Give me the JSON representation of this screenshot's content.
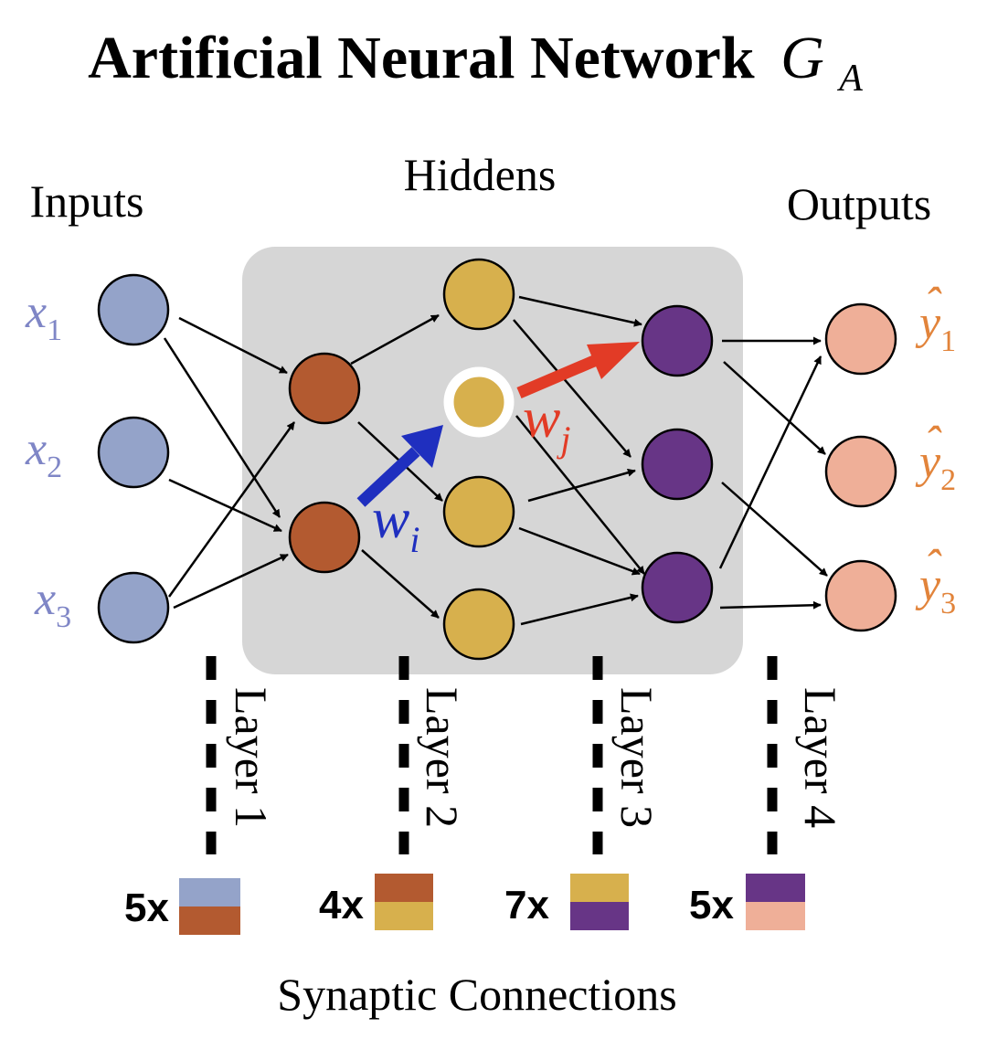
{
  "title": {
    "main": "Artificial Neural Network",
    "symbol": "G",
    "symbol_sub": "A"
  },
  "headers": {
    "inputs": "Inputs",
    "hiddens": "Hiddens",
    "outputs": "Outputs"
  },
  "inputs": [
    {
      "var": "x",
      "sub": "1"
    },
    {
      "var": "x",
      "sub": "2"
    },
    {
      "var": "x",
      "sub": "3"
    }
  ],
  "outputs": [
    {
      "var": "y",
      "hat": "ˆ",
      "sub": "1"
    },
    {
      "var": "y",
      "hat": "ˆ",
      "sub": "2"
    },
    {
      "var": "y",
      "hat": "ˆ",
      "sub": "3"
    }
  ],
  "weights": {
    "wi": {
      "var": "w",
      "sub": "i"
    },
    "wj": {
      "var": "w",
      "sub": "j"
    }
  },
  "layers": [
    {
      "label": "Layer 1",
      "count": "5x",
      "top_color": "#94a3c9",
      "bottom_color": "#b35a30"
    },
    {
      "label": "Layer 2",
      "count": "4x",
      "top_color": "#b35a30",
      "bottom_color": "#d7b04d"
    },
    {
      "label": "Layer 3",
      "count": "7x",
      "top_color": "#d7b04d",
      "bottom_color": "#673586"
    },
    {
      "label": "Layer 4",
      "count": "5x",
      "top_color": "#673586",
      "bottom_color": "#efaf98"
    }
  ],
  "footer": "Synaptic Connections",
  "colors": {
    "input_node": "#94a3c9",
    "hidden1_node": "#b35a30",
    "hidden2_node": "#d7b04d",
    "hidden3_node": "#673586",
    "output_node": "#efaf98",
    "input_label": "#7f86c6",
    "output_label": "#e2843b",
    "wi_arrow": "#1f2fbf",
    "wj_arrow": "#e23b26",
    "hidden_box": "#d6d6d6"
  }
}
